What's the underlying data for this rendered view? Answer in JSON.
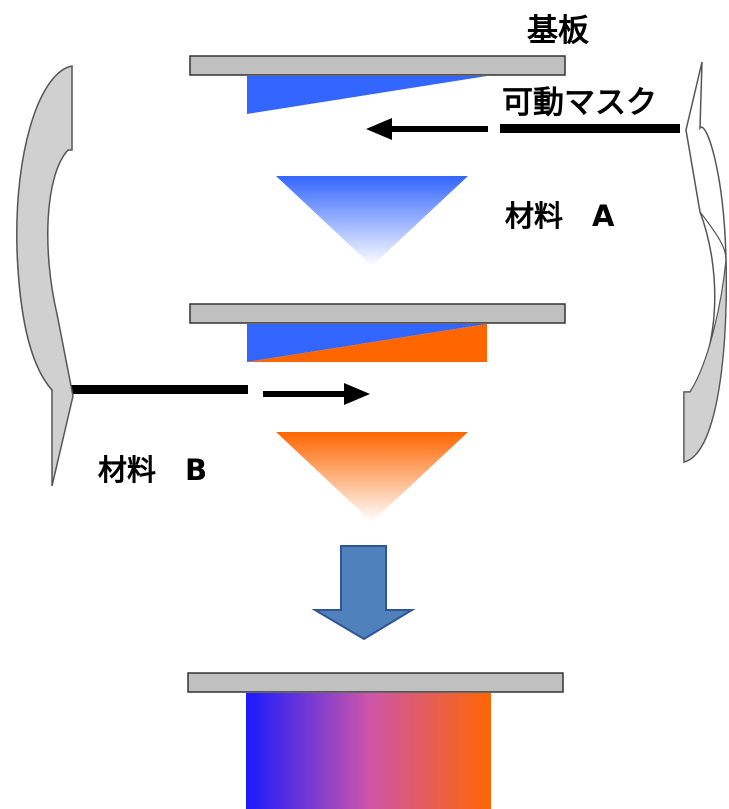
{
  "labels": {
    "substrate": "基板",
    "movable_mask": "可動マスク",
    "material_a": "材料　A",
    "material_b": "材料　B"
  },
  "colors": {
    "material_a": "#3366ff",
    "material_b": "#ff6600",
    "gradient_start": "#1a1aff",
    "substrate": "#c0c0c0",
    "process_arrow": "#4f81bd",
    "rotation_arrow": "#d0d0d0"
  },
  "icons": {
    "rotation": "curved-arrow-icon",
    "mask_motion": "right-arrow-icon",
    "process_flow": "down-arrow-icon"
  }
}
